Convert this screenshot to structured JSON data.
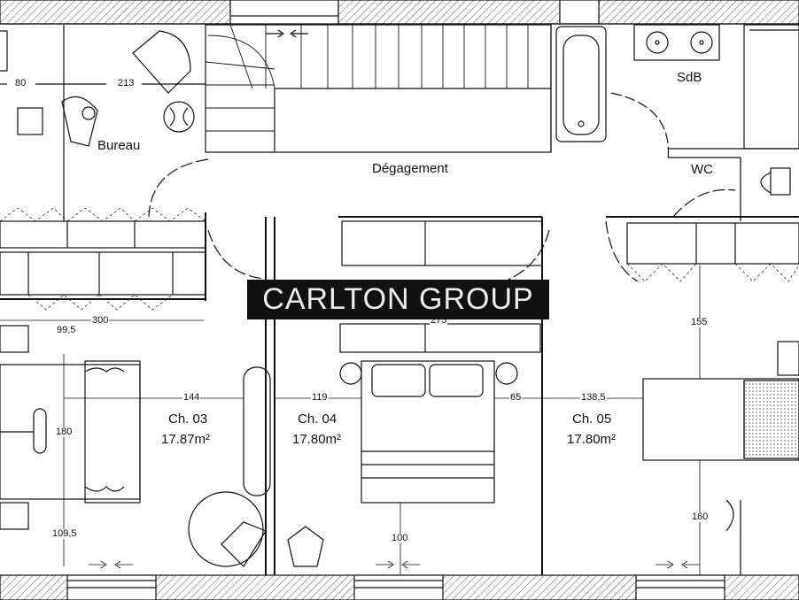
{
  "rooms": {
    "bureau": "Bureau",
    "degagement": "Dégagement",
    "sdb": "SdB",
    "wc": "WC",
    "ch03_name": "Ch. 03",
    "ch03_area": "17.87m²",
    "ch04_name": "Ch. 04",
    "ch04_area": "17.80m²",
    "ch05_name": "Ch. 05",
    "ch05_area": "17.80m²"
  },
  "dimensions": {
    "d80": "80",
    "d213": "213",
    "d300": "300",
    "d99_5": "99,5",
    "d275": "275",
    "d155": "155",
    "d144": "144",
    "d119": "119",
    "d65": "65",
    "d138_5": "138,5",
    "d180": "180",
    "d109_5": "109,5",
    "d100": "100",
    "d160": "160"
  },
  "watermark": "CARLTON GROUP",
  "colors": {
    "line": "#111111",
    "hatch": "#555555",
    "watermark_bg": "#111111",
    "watermark_text": "#ffffff"
  }
}
